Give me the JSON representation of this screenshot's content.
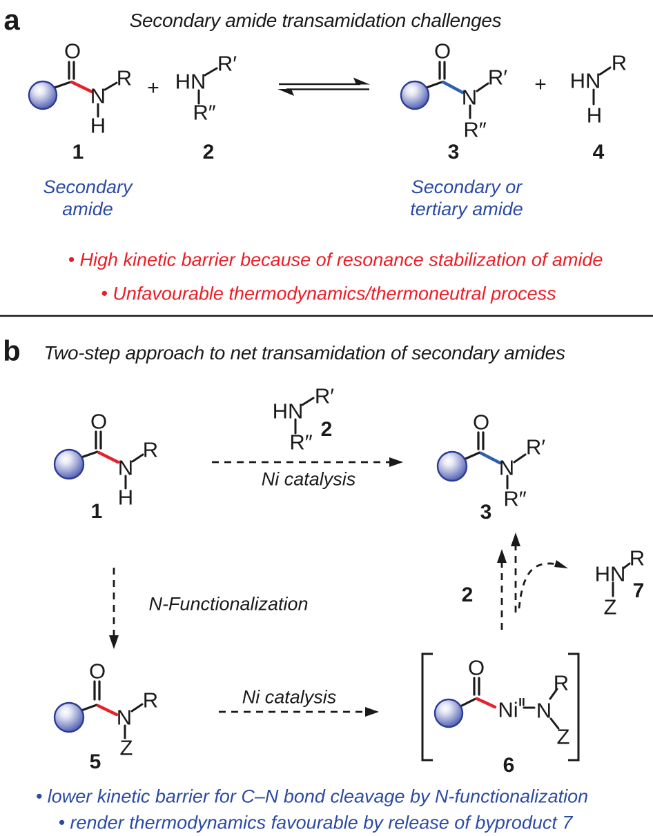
{
  "colors": {
    "bond_red": "#e8202a",
    "bond_blue": "#2f5fad",
    "text_red": "#ed1c24",
    "text_blue": "#2b4aa3",
    "sphere_rim": "#2c3b96"
  },
  "panel_a": {
    "label": "a",
    "title": "Secondary amide transamidation challenges",
    "structure_1": {
      "o": "O",
      "n": "N",
      "r": "R",
      "h": "H",
      "num": "1"
    },
    "plus_1": "+",
    "structure_2": {
      "hn": "HN",
      "r_prime": "R′",
      "r_dprime": "R″",
      "num": "2"
    },
    "structure_3": {
      "o": "O",
      "n": "N",
      "r_prime": "R′",
      "r_dprime": "R″",
      "num": "3"
    },
    "plus_2": "+",
    "structure_4": {
      "hn": "HN",
      "r": "R",
      "h": "H",
      "num": "4"
    },
    "caption_left": "Secondary\namide",
    "caption_right": "Secondary or\ntertiary amide",
    "bullet_1": "• High kinetic barrier because of resonance stabilization of amide",
    "bullet_2": "• Unfavourable thermodynamics/thermoneutral process"
  },
  "panel_b": {
    "label": "b",
    "title": "Two-step approach to net transamidation of secondary amides",
    "structure_1": {
      "o": "O",
      "n": "N",
      "r": "R",
      "h": "H",
      "num": "1"
    },
    "reagent_2": {
      "hn": "HN",
      "r_prime": "R′",
      "r_dprime": "R″",
      "num": "2"
    },
    "arrow_1_label": "Ni catalysis",
    "structure_3": {
      "o": "O",
      "n": "N",
      "r_prime": "R′",
      "r_dprime": "R″",
      "num": "3"
    },
    "n_functionalization_label": "N-Functionalization",
    "recycle_2_label": "2",
    "structure_7": {
      "hn": "HN",
      "r": "R",
      "z": "Z",
      "num": "7"
    },
    "structure_5": {
      "o": "O",
      "n": "N",
      "r": "R",
      "z": "Z",
      "num": "5"
    },
    "arrow_2_label": "Ni catalysis",
    "structure_6": {
      "o": "O",
      "ni": "Ni",
      "ni_sup": "II",
      "n": "N",
      "r": "R",
      "z": "Z",
      "num": "6"
    },
    "bullet_1": "• lower kinetic barrier for C–N bond cleavage by N-functionalization",
    "bullet_2": "• render thermodynamics favourable by release of byproduct 7"
  }
}
